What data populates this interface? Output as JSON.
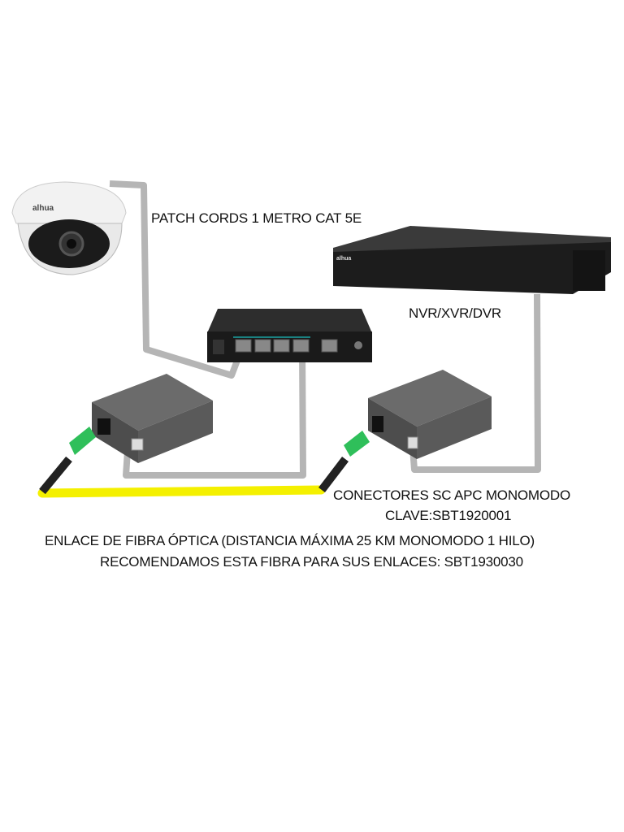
{
  "labels": {
    "patch_cords": "PATCH CORDS 1 METRO CAT 5E",
    "recorder": "NVR/XVR/DVR",
    "connectors": "CONECTORES SC APC MONOMODO",
    "connectors_code": "CLAVE:SBT1920001",
    "fiber_link": "ENLACE DE FIBRA ÓPTICA (DISTANCIA MÁXIMA 25 KM MONOMODO 1 HILO)",
    "fiber_recommendation": "RECOMENDAMOS ESTA FIBRA PARA SUS ENLACES: SBT1930030"
  },
  "logos": {
    "camera": "alhua",
    "recorder": "alhua"
  },
  "colors": {
    "cable": "#b5b5b5",
    "fiber": "#f4f000",
    "connector": "#2fbf5a",
    "device": "#2a2a2a"
  }
}
